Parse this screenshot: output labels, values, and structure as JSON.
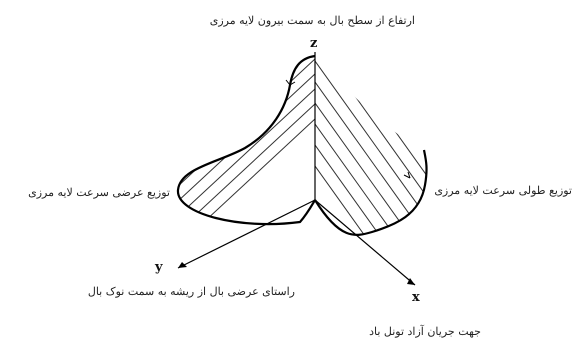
{
  "labels": {
    "top": "ارتفاع از سطح بال به سمت بیرون لایه مرزی",
    "left": "توزیع عرضی سرعت لایه مرزی",
    "right": "توزیع طولی سرعت لایه مرزی",
    "span": "راستای عرضی بال از ریشه به سمت نوک بال",
    "flow": "جهت جریان آزاد تونل باد"
  },
  "axes": {
    "z": "z",
    "y": "y",
    "x": "x"
  }
}
